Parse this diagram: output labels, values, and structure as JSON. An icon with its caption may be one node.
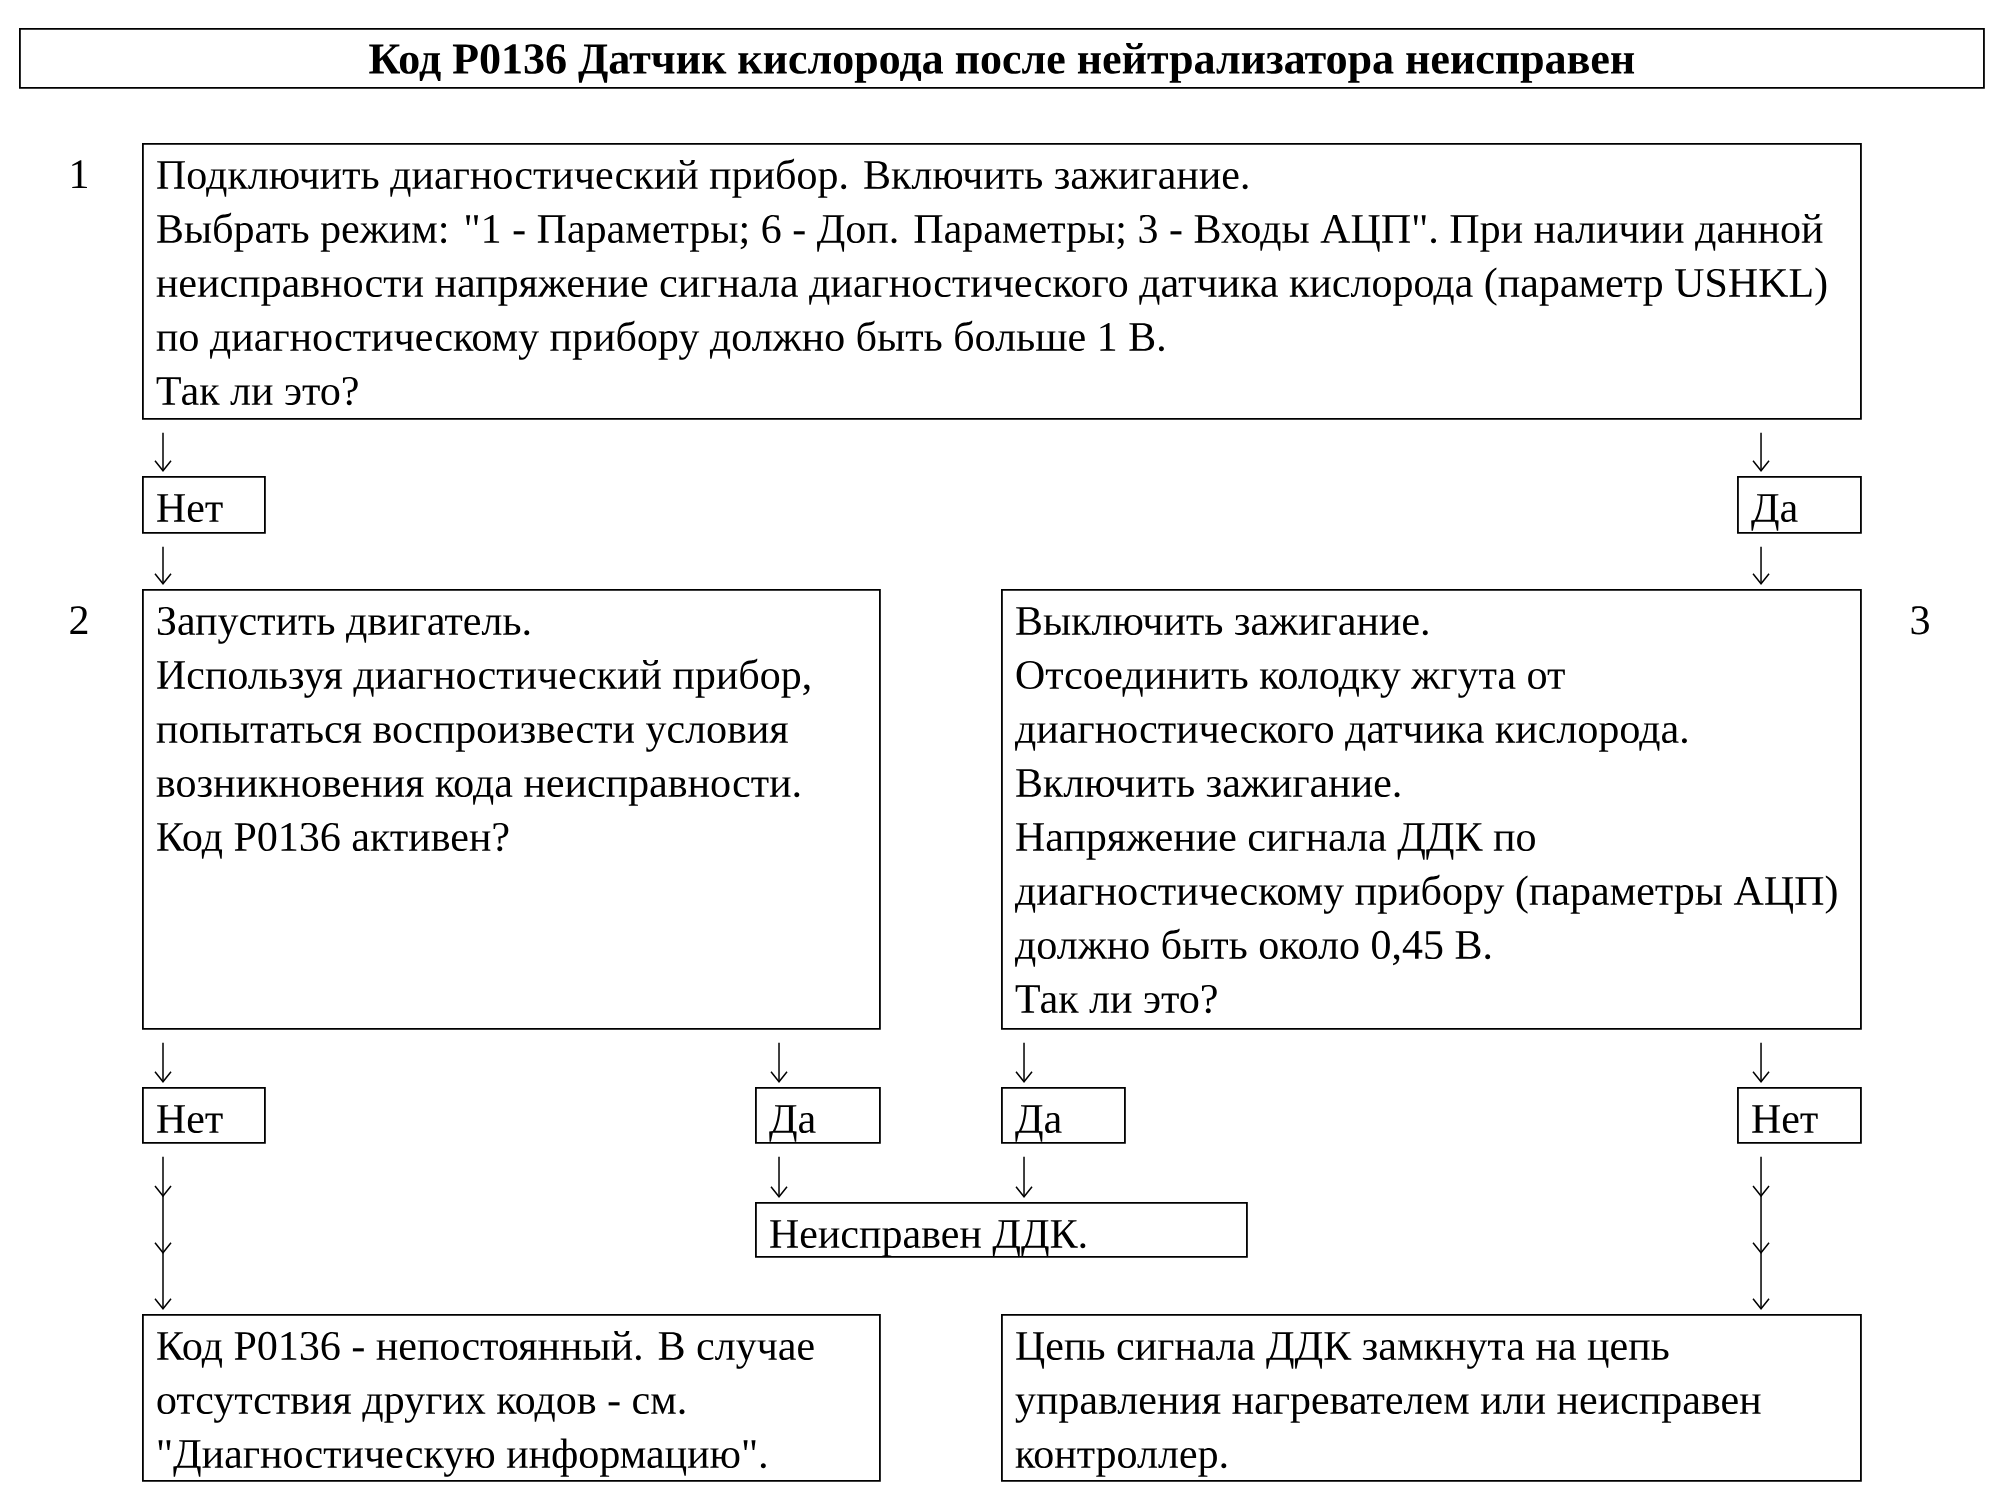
{
  "diagram": {
    "title": "Код P0136 Датчик кислорода после нейтрализатора неисправен",
    "nodes": [
      {
        "text": [
          "Подключить диагностический прибор. Включить зажигание.",
          "Выбрать режим: \"1 - Параметры; 6 - Доп. Параметры; 3 - Входы АЦП\". При наличии данной неисправности напряжение сигнала диагностического датчика кислорода (параметр USHKL) по диагностическому прибору должно быть больше 1 В.",
          "Так ли это?"
        ],
        "beside": [
          "1"
        ]
      },
      {
        "text": [
          "Нет"
        ]
      },
      {
        "text": [
          "Да"
        ]
      },
      {
        "text": [
          "Запустить двигатель.",
          "Используя диагностический прибор, попытаться воспроизвести условия возникновения кода неисправности.",
          "Код P0136 активен?"
        ],
        "beside": [
          "2"
        ]
      },
      {
        "text": [
          "Выключить зажигание.",
          "Отсоединить колодку жгута от диагностического датчика кислорода.",
          "Включить зажигание.",
          "Напряжение сигнала ДДК по диагностическому прибору (параметры АЦП) должно быть около 0,45 В.",
          "Так ли это?"
        ],
        "beside": [
          "3"
        ]
      },
      {
        "text": [
          "Нет"
        ]
      },
      {
        "text": [
          "Да"
        ]
      },
      {
        "text": [
          "Да"
        ]
      },
      {
        "text": [
          "Нет"
        ]
      },
      {
        "text": [
          "Неисправен ДДК."
        ]
      },
      {
        "text": [
          "Код P0136 - непостоянный. В случае отсутствия других кодов - см. \"Диагностическую информацию\"."
        ]
      },
      {
        "text": [
          "Цепь сигнала ДДК замкнута на цепь управления нагревателем или неисправен контроллер."
        ]
      }
    ],
    "edges": [
      {
        "from": 0,
        "to": 1,
        "arrow": "to"
      },
      {
        "from": 0,
        "to": 2,
        "arrow": "to"
      },
      {
        "from": 1,
        "to": 3,
        "arrow": "to"
      },
      {
        "from": 2,
        "to": 4,
        "arrow": "to"
      },
      {
        "from": 3,
        "to": 5,
        "arrow": "to"
      },
      {
        "from": 3,
        "to": 6,
        "arrow": "to"
      },
      {
        "from": 4,
        "to": 7,
        "arrow": "to"
      },
      {
        "from": 4,
        "to": 8,
        "arrow": "to"
      },
      {
        "from": 5,
        "to": 10,
        "arrow": "to"
      },
      {
        "from": 6,
        "to": 9,
        "arrow": "to"
      },
      {
        "from": 7,
        "to": 9,
        "arrow": "to"
      },
      {
        "from": 8,
        "to": 11,
        "arrow": "to"
      }
    ]
  }
}
